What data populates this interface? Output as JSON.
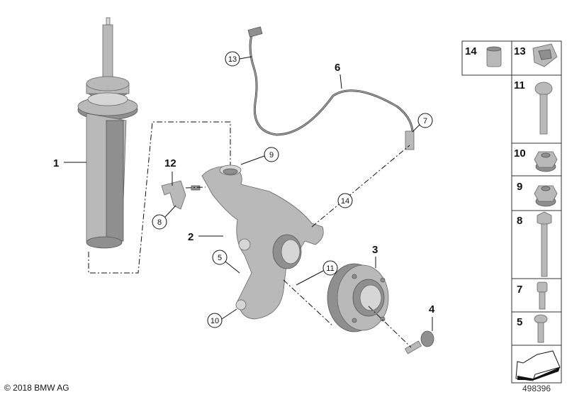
{
  "copyright": "© 2018 BMW AG",
  "diagram_id": "498396",
  "callouts": {
    "c1": "1",
    "c2": "2",
    "c3": "3",
    "c4": "4",
    "c5": "5",
    "c6": "6",
    "c7": "7",
    "c8": "8",
    "c9": "9",
    "c10": "10",
    "c11": "11",
    "c12": "12",
    "c13": "13",
    "c14": "14"
  },
  "parts_panel": {
    "p14": "14",
    "p13": "13",
    "p11": "11",
    "p10": "10",
    "p9": "9",
    "p8": "8",
    "p7": "7",
    "p5": "5"
  },
  "icons": [
    "shock-absorber",
    "steering-knuckle",
    "wheel-hub",
    "abs-sensor-cable",
    "bolt",
    "nut",
    "clip",
    "bushing",
    "navigation-arrow"
  ]
}
